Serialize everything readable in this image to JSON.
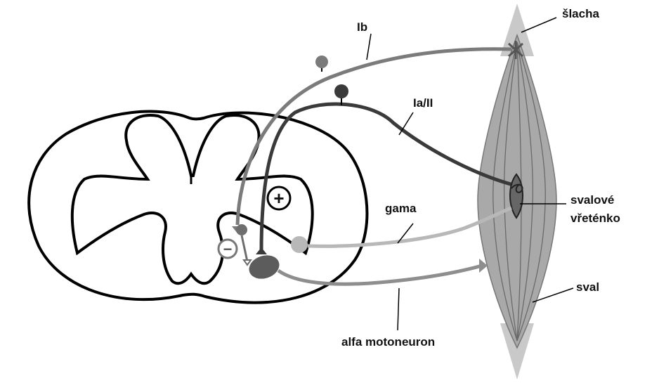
{
  "labels": {
    "tendon": "šlacha",
    "ib": "Ib",
    "ia_ii": "Ia/II",
    "spindle_line1": "svalové",
    "spindle_line2": "vřeténko",
    "gamma": "gama",
    "muscle": "sval",
    "alpha": "alfa motoneuron",
    "plus": "+",
    "minus": "−"
  },
  "colors": {
    "outline": "#000000",
    "ib_fiber": "#7b7b7b",
    "ia_fiber": "#3a3a3a",
    "gamma_fiber": "#b8b8b8",
    "alpha_fiber": "#8e8e8e",
    "muscle_fill": "#a9a9a9",
    "tendon_fill": "#c9c9c9",
    "interneuron": "#6e6e6e",
    "alpha_soma": "#5c5c5c"
  }
}
